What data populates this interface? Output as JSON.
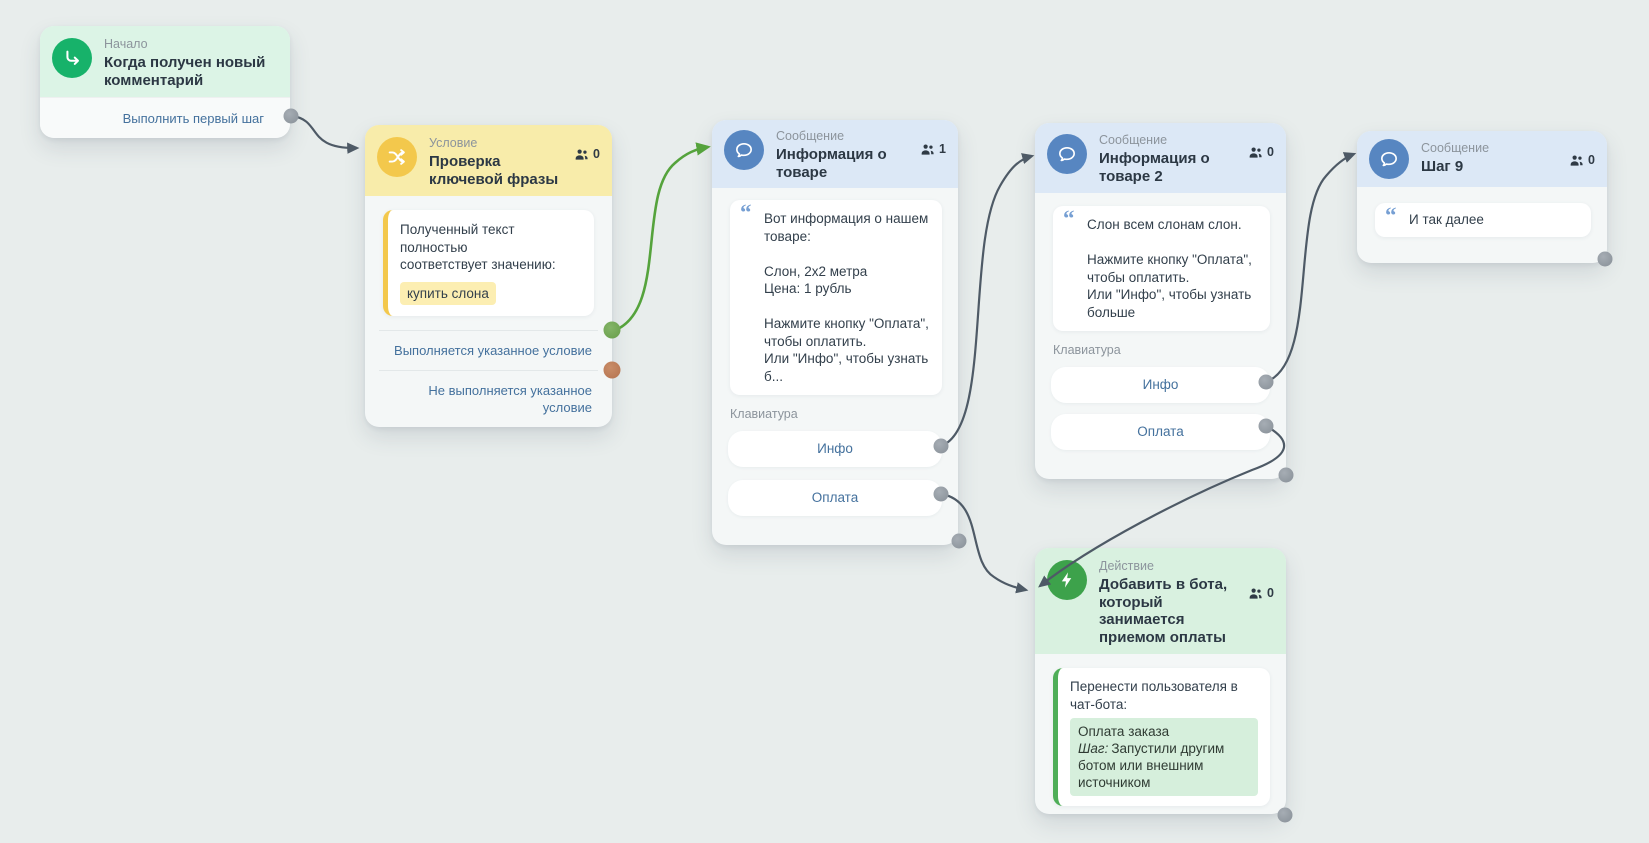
{
  "palette": {
    "canvas_bg": "#e8edec",
    "connector": "#4e5a66",
    "connector_match": "#55a33c",
    "port_default": "#8d959c",
    "port_match": "#6da04f",
    "port_no_match": "#bd7a58",
    "start_accent": "#17b26a",
    "condition_accent": "#f3c84c",
    "message_accent": "#5786c1",
    "action_accent": "#3da24b"
  },
  "icons": {
    "quote": "“"
  },
  "nodes": {
    "start": {
      "type_label": "Начало",
      "title": "Когда получен новый\nкомментарий",
      "output_label": "Выполнить первый шаг"
    },
    "condition": {
      "type_label": "Условие",
      "title": "Проверка\nключевой фразы",
      "audience_count": "0",
      "rule_text": "Полученный текст полностью\nсоответствует значению:",
      "keyword": "купить слона",
      "output_match": "Выполняется указанное условие",
      "output_no_match": "Не выполняется указанное условие"
    },
    "message1": {
      "type_label": "Сообщение",
      "title": "Информация о\nтоваре",
      "audience_count": "1",
      "quote_text": "Вот информация о нашем\nтоваре:\n\nСлон, 2х2 метра\nЦена: 1 рубль\n\nНажмите кнопку \"Оплата\",\nчтобы оплатить.\nИли \"Инфо\", чтобы узнать\nб...",
      "keyboard_label": "Клавиатура",
      "buttons": [
        "Инфо",
        "Оплата"
      ]
    },
    "message2": {
      "type_label": "Сообщение",
      "title": "Информация о\nтоваре 2",
      "audience_count": "0",
      "quote_text": "Слон всем слонам слон.\n\nНажмите кнопку \"Оплата\",\nчтобы оплатить.\nИли \"Инфо\", чтобы узнать\nбольше",
      "keyboard_label": "Клавиатура",
      "buttons": [
        "Инфо",
        "Оплата"
      ]
    },
    "message3": {
      "type_label": "Сообщение",
      "title": "Шаг 9",
      "audience_count": "0",
      "quote_text": "И так далее"
    },
    "action": {
      "type_label": "Действие",
      "title": "Добавить в бота,\nкоторый\nзанимается\nприемом оплаты",
      "audience_count": "0",
      "transfer_text": "Перенести пользователя в\nчат-бота:",
      "target_bot": "Оплата заказа",
      "step_prefix": "Шаг:",
      "step_text": "Запустили другим ботом или внешним источником"
    }
  },
  "edges": [
    {
      "from": "start.output-first-step",
      "to": "condition.input",
      "color": "#4e5a66"
    },
    {
      "from": "condition.output-match",
      "to": "message1.input",
      "color": "#55a33c"
    },
    {
      "from": "message1.button-info",
      "to": "message2.input",
      "color": "#4e5a66"
    },
    {
      "from": "message1.button-pay",
      "to": "action.input",
      "color": "#4e5a66"
    },
    {
      "from": "message2.button-info",
      "to": "message3.input",
      "color": "#4e5a66"
    },
    {
      "from": "message2.button-pay",
      "to": "action.input",
      "color": "#4e5a66"
    }
  ]
}
